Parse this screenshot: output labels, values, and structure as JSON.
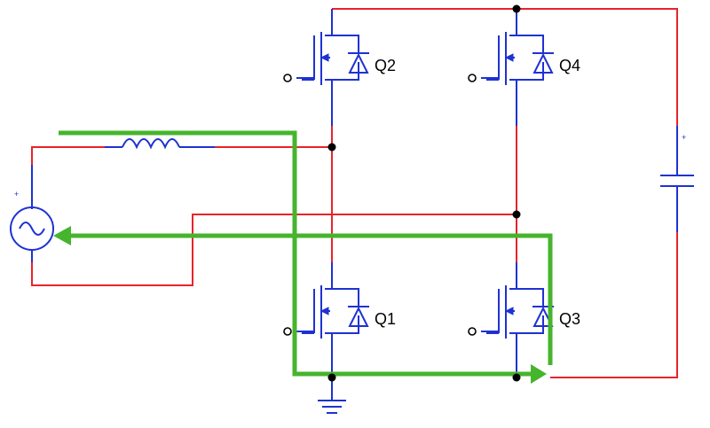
{
  "diagram": {
    "transistors": [
      {
        "id": "q2",
        "label": "Q2"
      },
      {
        "id": "q4",
        "label": "Q4"
      },
      {
        "id": "q1",
        "label": "Q1"
      },
      {
        "id": "q3",
        "label": "Q3"
      }
    ],
    "capacitor_polarity_mark": "+",
    "source_polarity_mark": "+",
    "colors": {
      "wire_dc": "#e8232a",
      "component": "#1e32d2",
      "current_path": "#46b42d",
      "junction": "#000000"
    }
  }
}
